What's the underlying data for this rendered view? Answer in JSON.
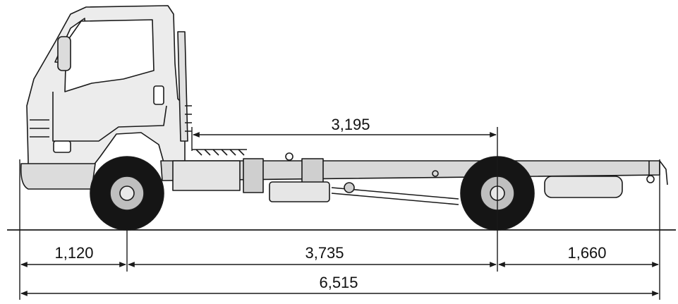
{
  "dimensions": {
    "cab_to_rear_axle": "3,195",
    "front_overhang": "1,120",
    "wheelbase": "3,735",
    "rear_overhang": "1,660",
    "overall_length": "6,515"
  },
  "colors": {
    "line": "#1a1a1a",
    "cab_fill": "#ececec",
    "frame_fill": "#d8d8d8",
    "tire": "#151515",
    "wheel": "#bfbfbf"
  }
}
